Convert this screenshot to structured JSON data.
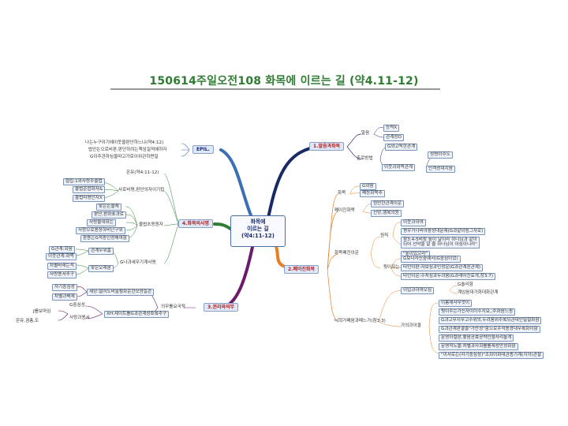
{
  "title": "150614주일오전108 화목에 이르는 길 (약4.11-12)",
  "center": {
    "line1": "화목에",
    "line2": "이르는 길",
    "line3": "(약4:11-12)"
  },
  "colors": {
    "title": "#2e7d32",
    "branch1": "#1a2a66",
    "branch2": "#e67e22",
    "branch3": "#6a1b6a",
    "branch4": "#2e7d32",
    "epil": "#3b6fb6"
  },
  "branch1": {
    "label": "1.말음과화목",
    "p1": "말음",
    "p1a": "능력X",
    "p1b": "관계성O",
    "p2": "출로방법",
    "p2a": "G와고독한관계",
    "p2b": "이웃과화목관계",
    "p2c": "성령이주도",
    "p2d": "인격성대지음"
  },
  "branch2": {
    "label": "2.폐이진화목",
    "a": "화목",
    "a1": "G와옴",
    "a2": "폐능화목추",
    "b": "폐이진화목",
    "b1": "원만한관계이운",
    "b2": "신앙,행복의원",
    "c": "화목폐진이운",
    "c_sub": "원칙",
    "c1": "이웃과하여",
    "c2": "평우거나비아옹성대문제(G과같이됨그자로)",
    "c3": "참3:4-5비참 높이 날이라 하나님과 같이",
    "c4": "되어 선악을 알 줄 하나님이 아심이니라\"",
    "c5": "\"높이있으라\"",
    "d": "뭣이되는",
    "d1": "G보다자신중에서(G중심이었)",
    "d2": "타인이판:자보심과인정운(G과관계왼관계)",
    "d3": "타인이운:수치심과두려움(G과래어진료개,창3:7)",
    "e": "너희가폐음과폐느가(참3:3)",
    "e1": "이입과하여오심",
    "e1a": "G솔리함",
    "e1b": "계임음대가화대화관계",
    "e2": "가의과이결",
    "f1": "이름제사무엇이",
    "f2": "뭣이주는가신자이이수지요,,주화음느핑",
    "f3": "G과고무지무고수위의,두려움위주복되관대인밀철화함",
    "f4": "G과관계판결을\"가만성\"함으로주적용경대무복화이함",
    "f5": "문영하절판,좋음공효공략인형사리놀게",
    "f6": "문영적노볼:차별과자회를를제성안성화함",
    "f7": "\"이서로는(자기중심성)\"조회이화대관종기계(지이)관찰"
  },
  "branch3": {
    "label": "3.권리와의무",
    "main": "의무를요국적",
    "l1": "세상:떨어도비늘훨화준한모양질관",
    "l1a": "자기중심성",
    "l1b": "차별과배제",
    "l2": "사람을사랑",
    "l2a": "G중심성",
    "l2b": "사랑과용서",
    "l2c": "J를보마임",
    "l2d": "온유,겸총,도",
    "l3": "XH:제이트를G과관계성호복추구"
  },
  "branch4": {
    "label": "4.화목의사명",
    "a": "온유(약4:11-12)",
    "b": "사로비평,판단의자이기립",
    "b1": "협립:1와사랑주율렵",
    "b2": "율법준합화자&",
    "b3": "율법마평단자X",
    "c": "율법초동원자",
    "c1": "맞은논율체",
    "c2": "판단,판화표과로",
    "c3": "사랑율대화는",
    "c4": "사랑으로용창하비난구위",
    "c5": "판용는G적증인청해여함",
    "d": "G나과세우기계사명",
    "d1": "관계우위홈",
    "d2": "G관계:회음",
    "d3": "이웃관계:화목",
    "d4": "맞은오래분",
    "d5": "차별바래는적",
    "d6": "사랑용서추구"
  },
  "epil": {
    "label": "EPIL.",
    "l1": "나는누구이기에이웃을판단하느냐(약4:12)",
    "l2": "법안논으로비판,판단하려는책임질적에하자",
    "l3": "G이주관하심을따고가로이위관하면일"
  }
}
